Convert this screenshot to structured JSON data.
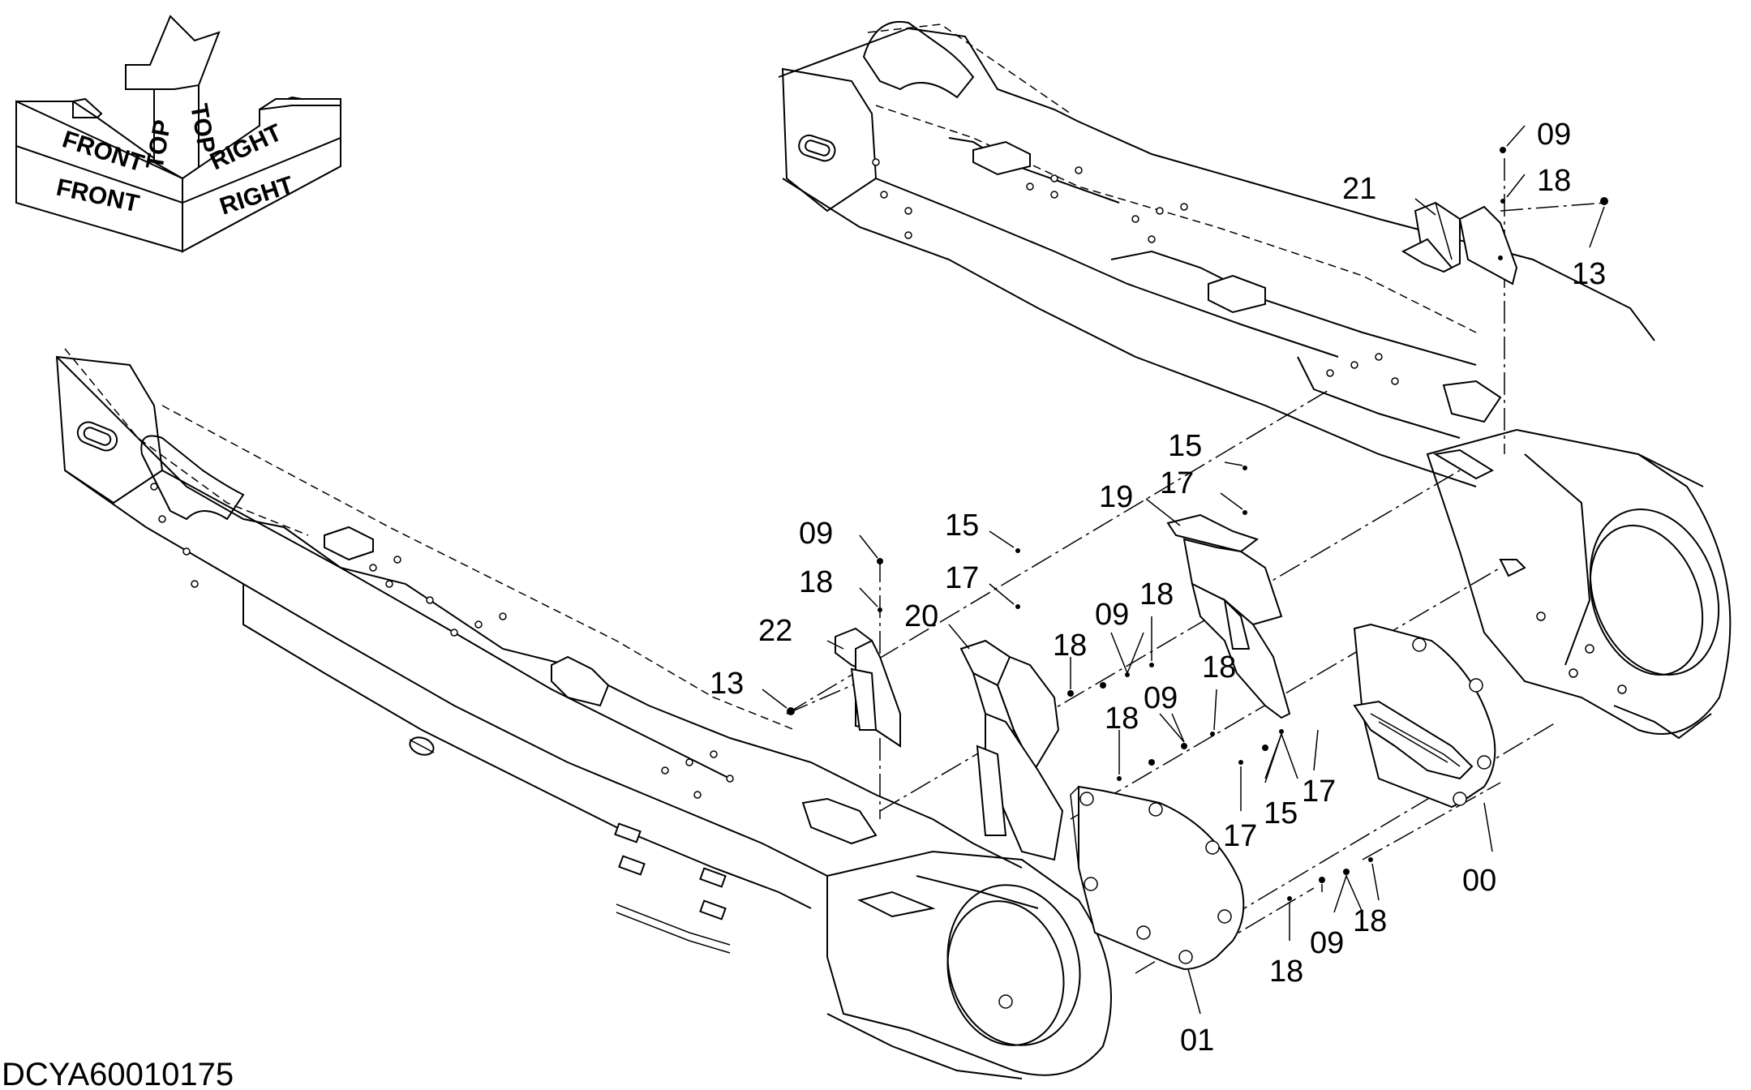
{
  "drawing_code": "DCYA60010175",
  "orientation": {
    "front_label": "FRONT",
    "top_label": "TOP",
    "right_label": "RIGHT"
  },
  "parts": [
    {
      "id": "p09a",
      "label": "09"
    },
    {
      "id": "p18a",
      "label": "18"
    },
    {
      "id": "p21",
      "label": "21"
    },
    {
      "id": "p13a",
      "label": "13"
    },
    {
      "id": "p15a",
      "label": "15"
    },
    {
      "id": "p17a",
      "label": "17"
    },
    {
      "id": "p19",
      "label": "19"
    },
    {
      "id": "p09b",
      "label": "09"
    },
    {
      "id": "p18b",
      "label": "18"
    },
    {
      "id": "p22",
      "label": "22"
    },
    {
      "id": "p13b",
      "label": "13"
    },
    {
      "id": "p15b",
      "label": "15"
    },
    {
      "id": "p17b",
      "label": "17"
    },
    {
      "id": "p20",
      "label": "20"
    },
    {
      "id": "p18c",
      "label": "18"
    },
    {
      "id": "p09c",
      "label": "09"
    },
    {
      "id": "p18d",
      "label": "18"
    },
    {
      "id": "p09d",
      "label": "09"
    },
    {
      "id": "p18e",
      "label": "18"
    },
    {
      "id": "p18f",
      "label": "18"
    },
    {
      "id": "p17c",
      "label": "17"
    },
    {
      "id": "p15c",
      "label": "15"
    },
    {
      "id": "p17d",
      "label": "17"
    },
    {
      "id": "p00",
      "label": "00"
    },
    {
      "id": "p09e",
      "label": "09"
    },
    {
      "id": "p18g",
      "label": "18"
    },
    {
      "id": "p18h",
      "label": "18"
    },
    {
      "id": "p01",
      "label": "01"
    }
  ]
}
